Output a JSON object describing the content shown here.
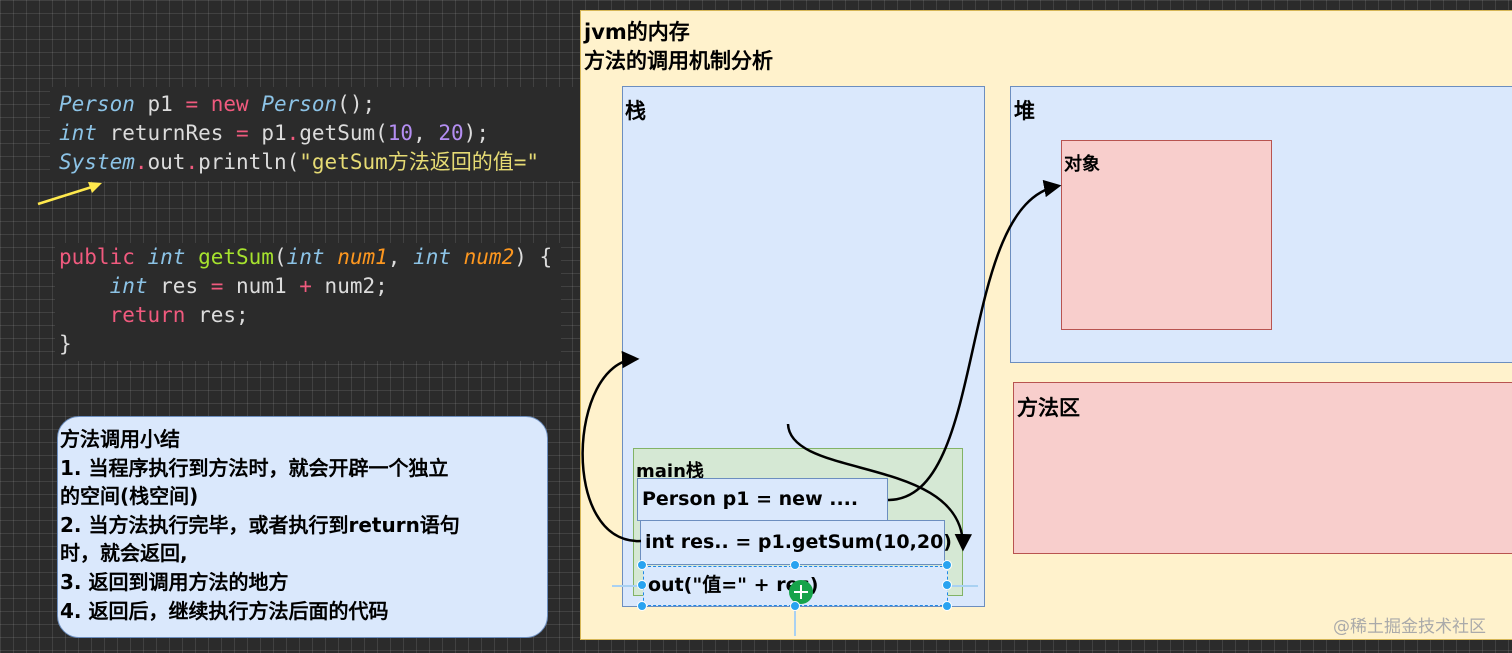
{
  "code_top": {
    "line1": {
      "cls": "Person",
      "var": " p1 ",
      "eq": "=",
      "kw": " new ",
      "cls2": "Person",
      "rest": "();"
    },
    "line2": {
      "type": "int",
      "var": " returnRes ",
      "eq": "=",
      "obj": " p1",
      "dot": ".",
      "call": "getSum(",
      "n1": "10",
      "sep": ", ",
      "n2": "20",
      "end": ");"
    },
    "line3": {
      "cls": "System",
      "dot1": ".",
      "field": "out",
      "dot2": ".",
      "call": "println(",
      "str": "\"getSum方法返回的值=\""
    }
  },
  "code_method": {
    "line1": {
      "kw": "public",
      "type": " int",
      "name": " getSum",
      "p1t": "int",
      "p1": " num1",
      "comma": ", ",
      "p2t": "int",
      "p2": " num2",
      "end": ") {"
    },
    "line2": {
      "indent": "    ",
      "type": "int",
      "var": " res ",
      "eq": "=",
      "a": " num1 ",
      "plus": "+",
      "b": " num2;"
    },
    "line3": {
      "indent": "    ",
      "kw": "return",
      "rest": " res;"
    },
    "line4": "}"
  },
  "summary": {
    "title": "方法调用小结",
    "lines": [
      "1. 当程序执行到方法时，就会开辟一个独立",
      "的空间(栈空间)",
      "2. 当方法执行完毕，或者执行到return语句",
      "时，就会返回,",
      "3. 返回到调用方法的地方",
      "4. 返回后，继续执行方法后面的代码"
    ]
  },
  "jvm": {
    "title_line1": "jvm的内存",
    "title_line2": "方法的调用机制分析",
    "stack_label": "栈",
    "heap_label": "堆",
    "object_label": "对象",
    "method_area_label": "方法区",
    "main_frame_label": "main栈",
    "cells": [
      "Person p1 = new ....",
      "int res.. = p1.getSum(10,20)",
      "out(\"值=\" + res)"
    ]
  },
  "watermark": "@稀土掘金技术社区",
  "colors": {
    "canvas_bg": "#2b2b2b",
    "jvm_fill": "#fff2cc",
    "blue_fill": "#dae8fc",
    "red_fill": "#f8cecc",
    "green_fill": "#d5e8d4",
    "selection": "#29a3f0"
  }
}
